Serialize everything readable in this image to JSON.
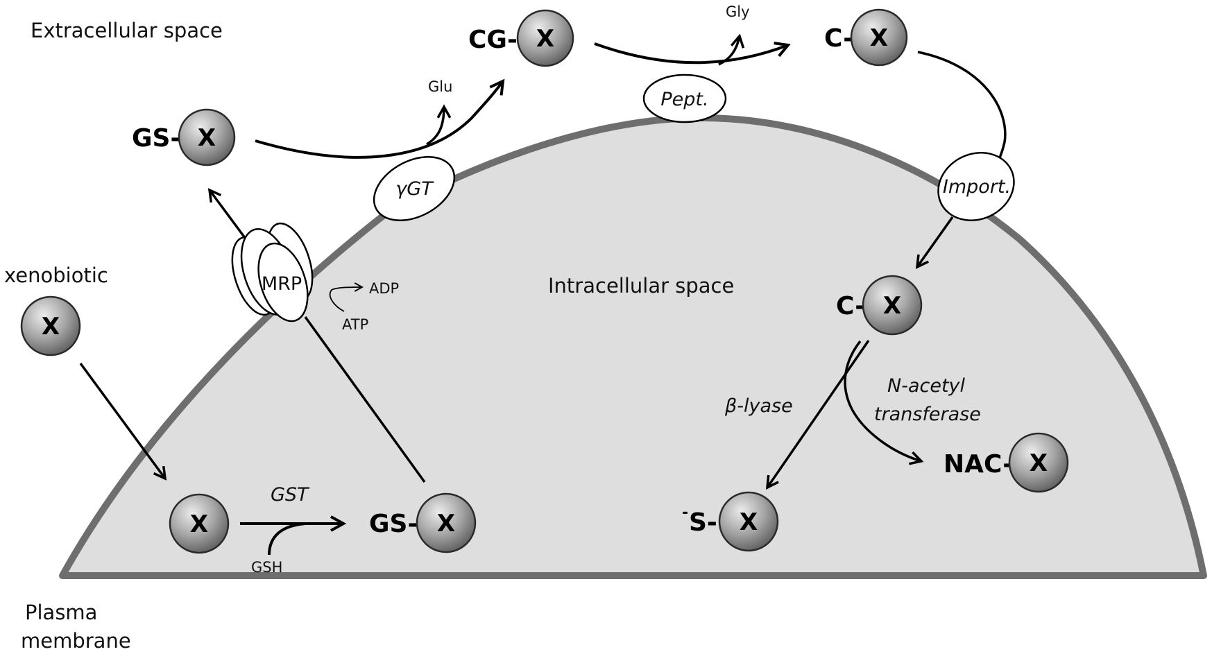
{
  "labels": {
    "extracellular": "Extracellular space",
    "intracellular": "Intracellular space",
    "plasma_1": "Plasma",
    "plasma_2": "membrane",
    "xenobiotic": "xenobiotic"
  },
  "molecule": {
    "symbol": "X"
  },
  "prefixes": {
    "gs_out": "GS-",
    "cg": "CG-",
    "c_out": "C-",
    "c_in": "C-",
    "gs_in": "GS-",
    "s": "S-",
    "s_charge": "-",
    "nac": "NAC-"
  },
  "small_labels": {
    "glu": "Glu",
    "gly": "Gly",
    "adp": "ADP",
    "atp": "ATP",
    "gsh": "GSH"
  },
  "enzymes": {
    "ygt": "γGT",
    "pept": "Pept.",
    "import": "Import.",
    "mrp": "MRP",
    "gst": "GST",
    "beta_lyase": "β-lyase",
    "nat_1": "N-acetyl",
    "nat_2": "transferase"
  },
  "colors": {
    "cell_fill": "#dedede",
    "membrane": "#6e6e6e",
    "molecule_light": "#ececec",
    "molecule_dark": "#6a6a6a"
  }
}
